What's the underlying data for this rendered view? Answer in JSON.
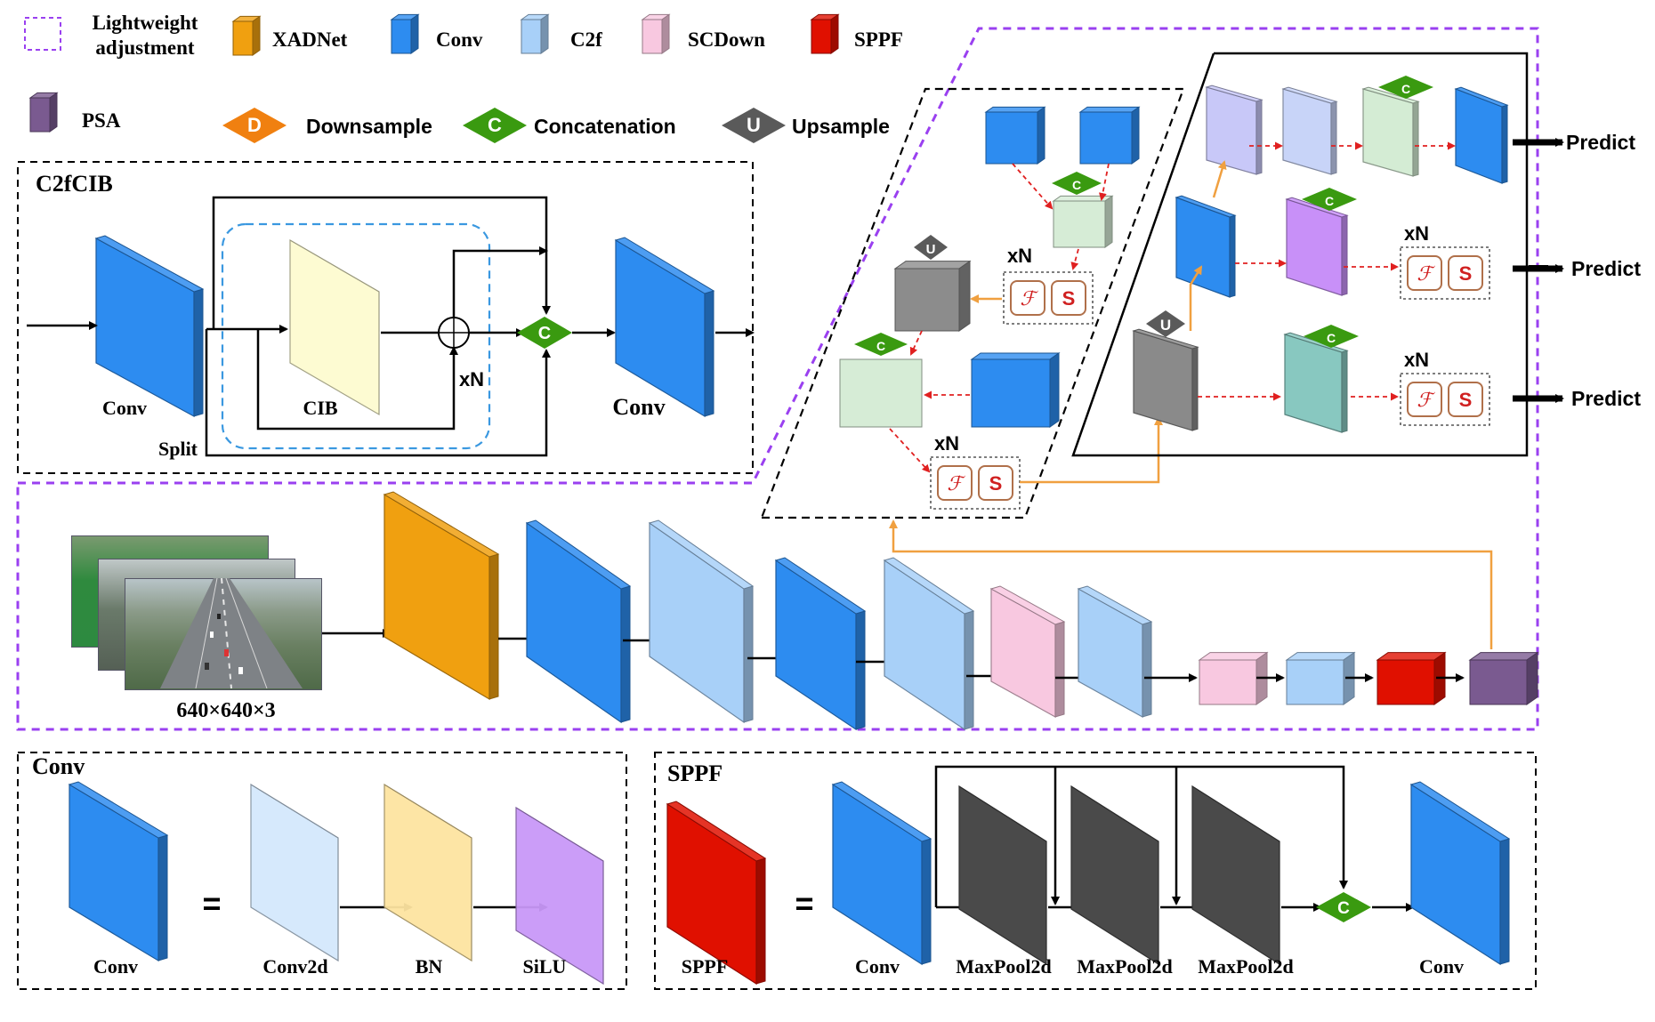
{
  "legend": {
    "lightweight": [
      "Lightweight",
      "adjustment"
    ],
    "xadnet": "XADNet",
    "conv": "Conv",
    "c2f": "C2f",
    "scdown": "SCDown",
    "sppf": "SPPF",
    "psa": "PSA",
    "downsample": "Downsample",
    "concatenation": "Concatenation",
    "upsample": "Upsample"
  },
  "symbols": {
    "d": "D",
    "c": "C",
    "u": "U",
    "xn": "xN",
    "f": "ℱ",
    "s": "S",
    "eq": "="
  },
  "c2fcib": {
    "title": "C2fCIB",
    "conv_left": "Conv",
    "cib": "CIB",
    "split": "Split",
    "conv_right": "Conv"
  },
  "backbone": {
    "input_size": "640×640×3"
  },
  "predict": [
    "Predict",
    "Predict",
    "Predict"
  ],
  "conv_panel": {
    "title": "Conv",
    "labels": [
      "Conv",
      "Conv2d",
      "BN",
      "SiLU"
    ]
  },
  "sppf_panel": {
    "title": "SPPF",
    "labels": [
      "SPPF",
      "Conv",
      "MaxPool2d",
      "MaxPool2d",
      "MaxPool2d",
      "Conv"
    ]
  },
  "colors": {
    "xadnet": "#f0a010",
    "conv": "#2d8cf0",
    "c2f": "#a8d0f8",
    "scdown": "#f8c8e0",
    "sppf": "#e01000",
    "psa": "#7a5a90",
    "concat": "#3a9a10",
    "downsample": "#f08010",
    "upsample": "#5a5a5a",
    "purple_dash": "#9a40f0",
    "blue_dash": "#3a98e0",
    "orange_line": "#f0a040",
    "red_arrow": "#e02020"
  }
}
